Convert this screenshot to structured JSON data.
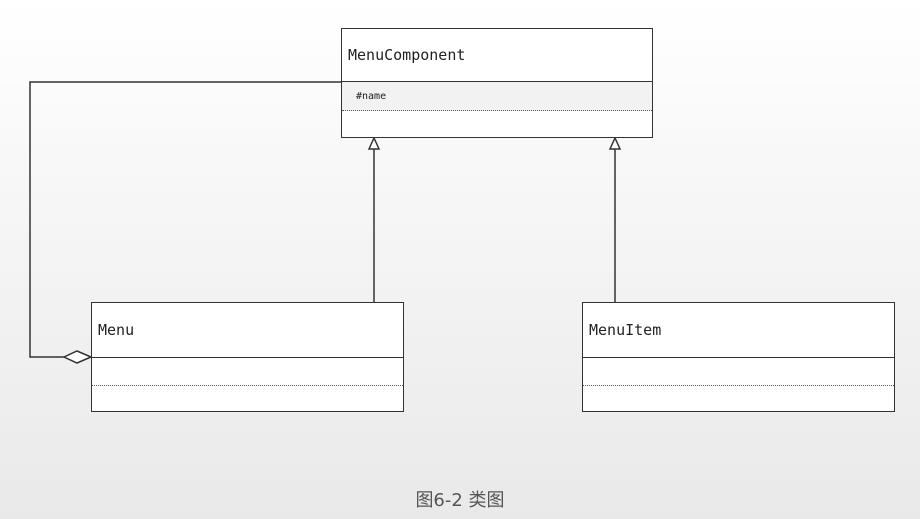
{
  "classes": {
    "menu_component": {
      "name": "MenuComponent",
      "attributes": [
        "#name"
      ]
    },
    "menu": {
      "name": "Menu"
    },
    "menu_item": {
      "name": "MenuItem"
    }
  },
  "relationships": [
    {
      "type": "generalization",
      "from": "Menu",
      "to": "MenuComponent"
    },
    {
      "type": "generalization",
      "from": "MenuItem",
      "to": "MenuComponent"
    },
    {
      "type": "aggregation",
      "whole": "Menu",
      "part": "MenuComponent"
    }
  ],
  "caption": "图6-2  类图"
}
